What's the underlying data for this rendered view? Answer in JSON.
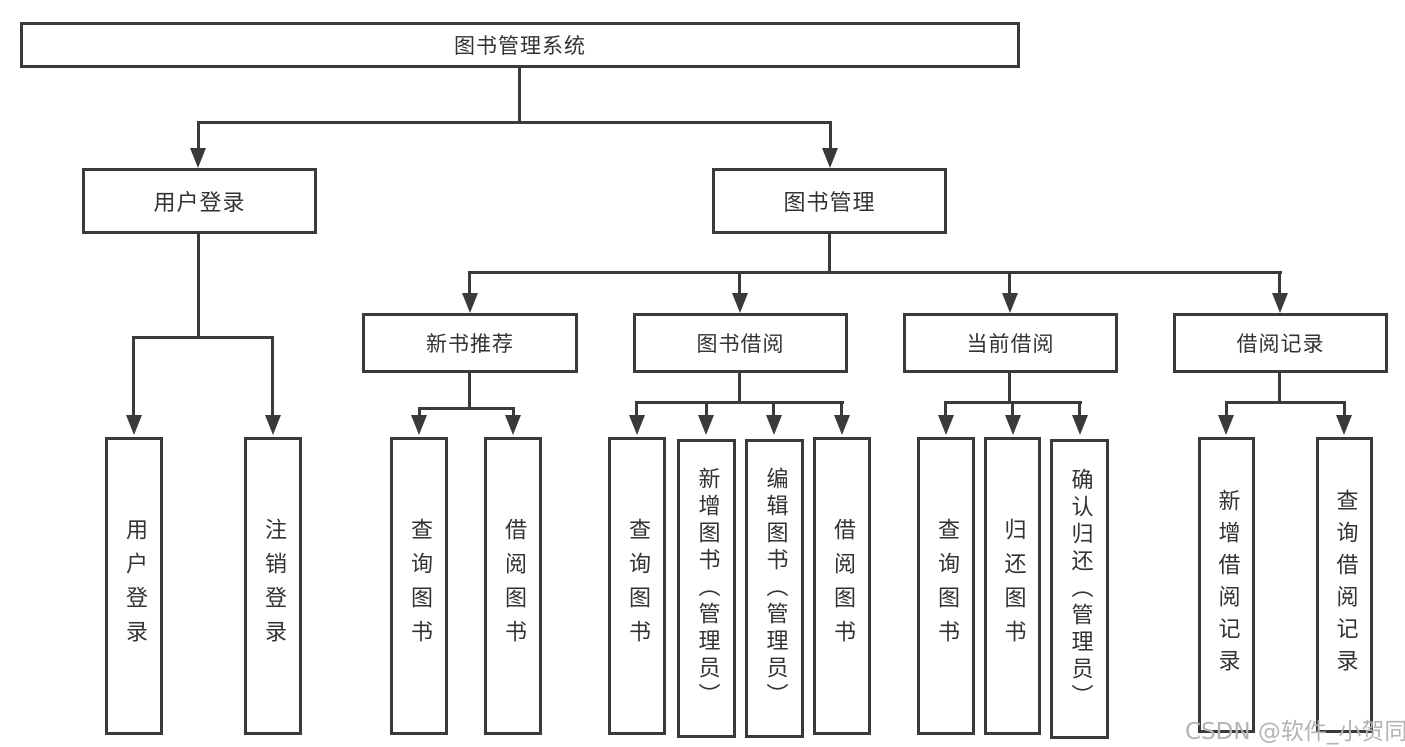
{
  "colors": {
    "line": "#3a3a3c",
    "text": "#333333",
    "watermark": "#b4b4b4"
  },
  "root": {
    "label": "图书管理系统"
  },
  "level2": [
    {
      "label": "用户登录"
    },
    {
      "label": "图书管理"
    }
  ],
  "level3": [
    {
      "label": "新书推荐",
      "parent": "图书管理"
    },
    {
      "label": "图书借阅",
      "parent": "图书管理"
    },
    {
      "label": "当前借阅",
      "parent": "图书管理"
    },
    {
      "label": "借阅记录",
      "parent": "图书管理"
    }
  ],
  "leaves": [
    {
      "label": "用户登录",
      "parent": "用户登录"
    },
    {
      "label": "注销登录",
      "parent": "用户登录"
    },
    {
      "label": "查询图书",
      "parent": "新书推荐"
    },
    {
      "label": "借阅图书",
      "parent": "新书推荐"
    },
    {
      "label": "查询图书",
      "parent": "图书借阅"
    },
    {
      "label": "新增图书（管理员）",
      "parent": "图书借阅"
    },
    {
      "label": "编辑图书（管理员）",
      "parent": "图书借阅"
    },
    {
      "label": "借阅图书",
      "parent": "图书借阅"
    },
    {
      "label": "查询图书",
      "parent": "当前借阅"
    },
    {
      "label": "归还图书",
      "parent": "当前借阅"
    },
    {
      "label": "确认归还（管理员）",
      "parent": "当前借阅"
    },
    {
      "label": "新增借阅记录",
      "parent": "借阅记录"
    },
    {
      "label": "查询借阅记录",
      "parent": "借阅记录"
    }
  ],
  "watermark": "CSDN @软件_小贺同学"
}
